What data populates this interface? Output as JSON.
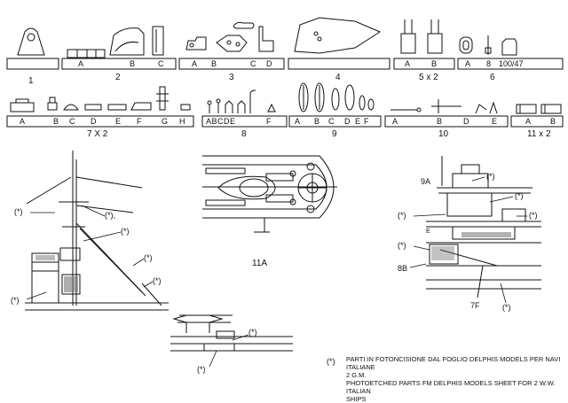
{
  "row1": {
    "groups": [
      {
        "number": "1",
        "letters": []
      },
      {
        "number": "2",
        "letters": [
          "A",
          "B",
          "C"
        ]
      },
      {
        "number": "3",
        "letters": [
          "A",
          "B",
          "C",
          "D"
        ]
      },
      {
        "number": "4",
        "letters": []
      },
      {
        "number": "5 x 2",
        "letters": [
          "A",
          "B"
        ]
      },
      {
        "number": "6",
        "letters": [
          "A",
          "8",
          "100/47"
        ]
      }
    ]
  },
  "row2": {
    "groups": [
      {
        "number": "7 X 2",
        "letters": [
          "A",
          "B",
          "C",
          "D",
          "E",
          "F",
          "G",
          "H"
        ]
      },
      {
        "number": "8",
        "letters": [
          "A",
          "B",
          "C",
          "D",
          "E",
          "F"
        ]
      },
      {
        "number": "9",
        "letters": [
          "A",
          "B",
          "C",
          "D",
          "E",
          "F"
        ]
      },
      {
        "number": "10",
        "letters": [
          "A",
          "B",
          "D",
          "E"
        ]
      },
      {
        "number": "11 x 2",
        "letters": [
          "A",
          "B"
        ]
      }
    ]
  },
  "drawings": {
    "deck_label": "11A",
    "bridge_labels": [
      "9A",
      "8B",
      "7F",
      "E"
    ],
    "mark": "(*)",
    "mast_mark_comma": "(*),"
  },
  "legend": {
    "symbol": "(*)",
    "line1": "PARTI IN FOTONCISIONE DAL FOGLIO DELPHIS MODELS PER NAVI ITALIANE",
    "line2": "2 G.M.",
    "line3": "PHOTOETCHED PARTS FM DELPHIS MODELS SHEET FOR   2 W.W. ITALIAN",
    "line4": "SHIPS"
  }
}
